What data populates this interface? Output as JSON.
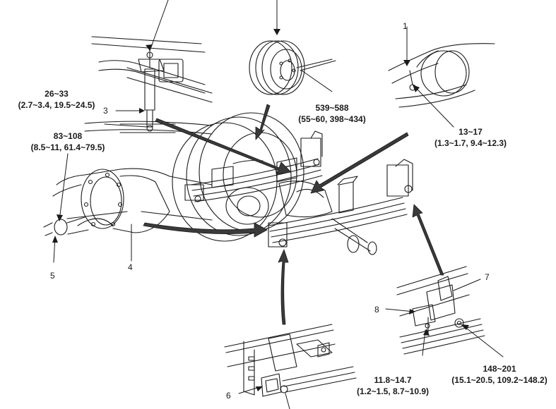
{
  "colors": {
    "ink": "#1a1a1a",
    "pointer": "#3a3a3a",
    "paper": "#ffffff"
  },
  "callouts": {
    "c1": "1",
    "c3": "3",
    "c4": "4",
    "c5": "5",
    "c6": "6",
    "c7": "7",
    "c8": "8"
  },
  "torques": {
    "shock_mount": {
      "range": "26~33",
      "alt": "(2.7~3.4, 19.5~24.5)"
    },
    "wheel_nut": {
      "range": "539~588",
      "alt": "(55~60, 398~434)"
    },
    "breather": {
      "range": "13~17",
      "alt": "(1.3~1.7, 9.4~12.3)"
    },
    "axle_flange": {
      "range": "83~108",
      "alt": "(8.5~11, 61.4~79.5)"
    },
    "shackle_bracket": {
      "range": "11.8~14.7",
      "alt": "(1.2~1.5, 8.7~10.9)"
    },
    "shackle_pin": {
      "range": "148~201",
      "alt": "(15.1~20.5, 109.2~148.2)"
    }
  }
}
